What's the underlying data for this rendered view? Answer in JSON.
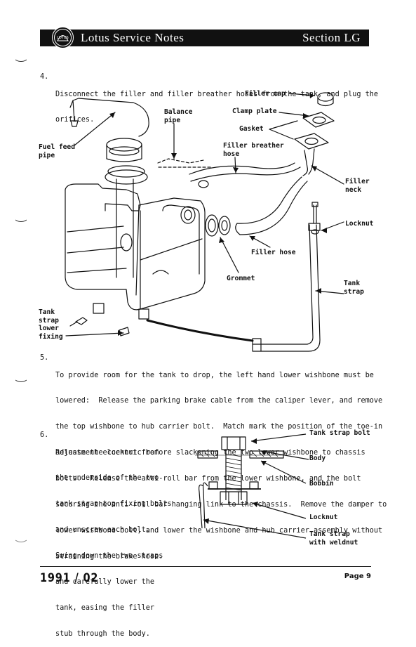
{
  "header": {
    "logo_text": "LOTUS",
    "title": "Lotus Service Notes",
    "section": "Section LG"
  },
  "steps": [
    {
      "number": "4.",
      "lines": [
        "Disconnect the filler and filler breather hoses from the tank, and plug the",
        "orifices."
      ]
    },
    {
      "number": "5.",
      "lines": [
        "To provide room for the tank to drop, the left hand lower wishbone must be",
        "lowered:  Release the parking brake cable from the caliper lever, and remove",
        "the top wishbone to hub carrier bolt.  Match mark the position of the toe-in",
        "adjustment eccentric before slackening the two lower wishbone to chassis",
        "bolts.  Release the anti-roll bar from the lower wishbone, and the bolt",
        "securing the anti-roll bar hanging link to the chassis.  Remove the damper to",
        "lower wishbone bolt, and lower the wishbone and hub carrier assembly without",
        "straining the brake hose."
      ]
    },
    {
      "number": "6.",
      "lines": [
        "Release the locknut from",
        "the underside of the two",
        "tank strap top fixing bolts",
        "and unscrew each bolt.",
        "Swing down the two straps",
        "and carefully lower the",
        "tank, easing the filler",
        "stub through the body."
      ]
    }
  ],
  "figure1": {
    "labels": {
      "filler_cap": "Filler cap",
      "clamp_plate": "Clamp plate",
      "gasket": "Gasket",
      "balance_pipe": "Balance\npipe",
      "fuel_feed_pipe": "Fuel feed\npipe",
      "filler_breather_hose": "Filler breather\nhose",
      "filler_neck": "Filler\nneck",
      "locknut": "Locknut",
      "filler_hose": "Filler hose",
      "grommet": "Grommet",
      "tank_strap": "Tank\nstrap",
      "tank_strap_lower_fixing": "Tank\nstrap\nlower\nfixing"
    }
  },
  "figure2": {
    "labels": {
      "tank_strap_bolt": "Tank strap bolt",
      "body": "Body",
      "bobbin": "Bobbin",
      "locknut": "Locknut",
      "tank_strap_with_weldnut": "Tank strap\nwith weldnut"
    }
  },
  "footer": {
    "date": "1991 / 02",
    "page": "Page 9"
  },
  "colors": {
    "ink": "#111111",
    "paper": "#ffffff"
  }
}
